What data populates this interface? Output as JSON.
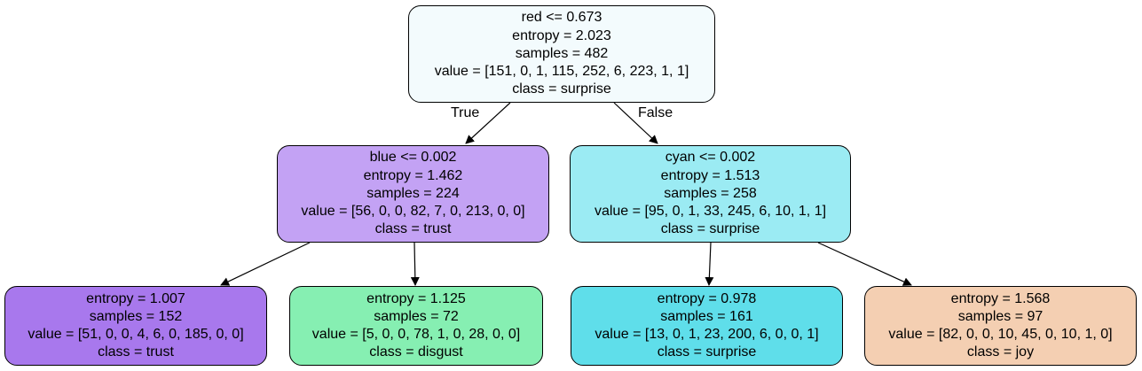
{
  "nodes": {
    "root": {
      "split": "red <= 0.673",
      "entropy": "entropy = 2.023",
      "samples": "samples = 482",
      "value": "value = [151, 0, 1, 115, 252, 6, 223, 1, 1]",
      "class": "class = surprise",
      "color": "#f3fbfd"
    },
    "left": {
      "split": "blue <= 0.002",
      "entropy": "entropy = 1.462",
      "samples": "samples = 224",
      "value": "value = [56, 0, 0, 82, 7, 0, 213, 0, 0]",
      "class": "class = trust",
      "color": "#c3a2f4"
    },
    "right": {
      "split": "cyan <= 0.002",
      "entropy": "entropy = 1.513",
      "samples": "samples = 258",
      "value": "value = [95, 0, 1, 33, 245, 6, 10, 1, 1]",
      "class": "class = surprise",
      "color": "#9bebf3"
    },
    "ll": {
      "entropy": "entropy = 1.007",
      "samples": "samples = 152",
      "value": "value = [51, 0, 0, 4, 6, 0, 185, 0, 0]",
      "class": "class = trust",
      "color": "#a878ed"
    },
    "lr": {
      "entropy": "entropy = 1.125",
      "samples": "samples = 72",
      "value": "value = [5, 0, 0, 78, 1, 0, 28, 0, 0]",
      "class": "class = disgust",
      "color": "#86efb2"
    },
    "rl": {
      "entropy": "entropy = 0.978",
      "samples": "samples = 161",
      "value": "value = [13, 0, 1, 23, 200, 6, 0, 0, 1]",
      "class": "class = surprise",
      "color": "#5fdeea"
    },
    "rr": {
      "entropy": "entropy = 1.568",
      "samples": "samples = 97",
      "value": "value = [82, 0, 0, 10, 45, 0, 10, 1, 0]",
      "class": "class = joy",
      "color": "#f4cfb2"
    }
  },
  "edges": {
    "true_label": "True",
    "false_label": "False"
  }
}
